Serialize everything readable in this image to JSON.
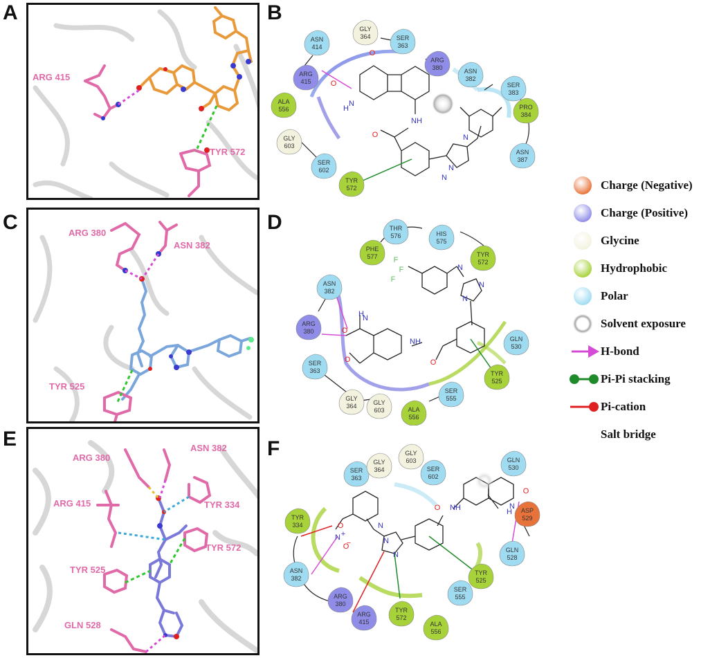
{
  "panels": {
    "A": {
      "letter": "A",
      "residues": [
        "ARG 415",
        "TYR 572"
      ]
    },
    "B": {
      "letter": "B"
    },
    "C": {
      "letter": "C",
      "residues": [
        "ARG 380",
        "ASN 382",
        "TYR 525"
      ]
    },
    "D": {
      "letter": "D"
    },
    "E": {
      "letter": "E",
      "residues": [
        "ARG 380",
        "ASN 382",
        "ARG 415",
        "TYR 334",
        "TYR 572",
        "TYR 525",
        "GLN 528"
      ]
    },
    "F": {
      "letter": "F"
    }
  },
  "diagram_b": {
    "residues": [
      {
        "name": "ASN",
        "num": "414",
        "type": "polar"
      },
      {
        "name": "GLY",
        "num": "364",
        "type": "glycine"
      },
      {
        "name": "SER",
        "num": "363",
        "type": "polar"
      },
      {
        "name": "ARG",
        "num": "415",
        "type": "positive"
      },
      {
        "name": "ARG",
        "num": "380",
        "type": "positive"
      },
      {
        "name": "ASN",
        "num": "382",
        "type": "polar"
      },
      {
        "name": "SER",
        "num": "383",
        "type": "polar"
      },
      {
        "name": "PRO",
        "num": "384",
        "type": "hydrophobic"
      },
      {
        "name": "ALA",
        "num": "556",
        "type": "hydrophobic"
      },
      {
        "name": "GLY",
        "num": "603",
        "type": "glycine"
      },
      {
        "name": "SER",
        "num": "602",
        "type": "polar"
      },
      {
        "name": "TYR",
        "num": "572",
        "type": "hydrophobic"
      },
      {
        "name": "ASN",
        "num": "387",
        "type": "polar"
      }
    ],
    "atoms": [
      "O",
      "O",
      "N",
      "H",
      "NH",
      "O",
      "N",
      "N",
      "N"
    ]
  },
  "diagram_d": {
    "residues": [
      {
        "name": "THR",
        "num": "576",
        "type": "polar"
      },
      {
        "name": "HIS",
        "num": "575",
        "type": "polar"
      },
      {
        "name": "PHE",
        "num": "577",
        "type": "hydrophobic"
      },
      {
        "name": "TYR",
        "num": "572",
        "type": "hydrophobic"
      },
      {
        "name": "ASN",
        "num": "382",
        "type": "polar"
      },
      {
        "name": "ARG",
        "num": "380",
        "type": "positive"
      },
      {
        "name": "GLN",
        "num": "530",
        "type": "polar"
      },
      {
        "name": "SER",
        "num": "363",
        "type": "polar"
      },
      {
        "name": "TYR",
        "num": "525",
        "type": "hydrophobic"
      },
      {
        "name": "GLY",
        "num": "364",
        "type": "glycine"
      },
      {
        "name": "GLY",
        "num": "603",
        "type": "glycine"
      },
      {
        "name": "ALA",
        "num": "556",
        "type": "hydrophobic"
      },
      {
        "name": "SER",
        "num": "555",
        "type": "polar"
      }
    ],
    "atoms": [
      "F",
      "F",
      "F",
      "N",
      "N",
      "N",
      "H",
      "N",
      "O",
      "O",
      "NH",
      "O"
    ]
  },
  "diagram_f": {
    "residues": [
      {
        "name": "GLY",
        "num": "603",
        "type": "glycine"
      },
      {
        "name": "GLN",
        "num": "530",
        "type": "polar"
      },
      {
        "name": "SER",
        "num": "363",
        "type": "polar"
      },
      {
        "name": "GLY",
        "num": "364",
        "type": "glycine"
      },
      {
        "name": "SER",
        "num": "602",
        "type": "polar"
      },
      {
        "name": "ASP",
        "num": "529",
        "type": "negative"
      },
      {
        "name": "TYR",
        "num": "334",
        "type": "hydrophobic"
      },
      {
        "name": "GLN",
        "num": "528",
        "type": "polar"
      },
      {
        "name": "ASN",
        "num": "382",
        "type": "polar"
      },
      {
        "name": "TYR",
        "num": "525",
        "type": "hydrophobic"
      },
      {
        "name": "SER",
        "num": "555",
        "type": "polar"
      },
      {
        "name": "ARG",
        "num": "380",
        "type": "positive"
      },
      {
        "name": "ARG",
        "num": "415",
        "type": "positive"
      },
      {
        "name": "TYR",
        "num": "572",
        "type": "hydrophobic"
      },
      {
        "name": "ALA",
        "num": "556",
        "type": "hydrophobic"
      }
    ],
    "atoms": [
      "O",
      "N",
      "H",
      "NH",
      "O",
      "N",
      "N",
      "N",
      "O",
      "N",
      "O",
      "+",
      "−"
    ]
  },
  "legend": {
    "items": [
      {
        "label": "Charge (Negative)",
        "kind": "circle",
        "color": "#e8733a"
      },
      {
        "label": "Charge (Positive)",
        "kind": "circle",
        "color": "#8f8de8"
      },
      {
        "label": "Glycine",
        "kind": "circle",
        "color": "#f3f2df"
      },
      {
        "label": "Hydrophobic",
        "kind": "circle",
        "color": "#a7d23a"
      },
      {
        "label": "Polar",
        "kind": "circle",
        "color": "#9fdcf2"
      },
      {
        "label": "Solvent exposure",
        "kind": "halo",
        "color": "#9a9a9a"
      },
      {
        "label": "H-bond",
        "kind": "arrow",
        "color": "#d64bd6"
      },
      {
        "label": "Pi-Pi stacking",
        "kind": "dumbbell",
        "color": "#1e8a2a"
      },
      {
        "label": "Pi-cation",
        "kind": "lollipop",
        "color": "#e02020"
      },
      {
        "label": "Salt bridge",
        "kind": "gradient-line",
        "color": "#d01c1c"
      }
    ]
  },
  "colors": {
    "positive": "#8f8de8",
    "negative": "#e8733a",
    "glycine": "#f3f2df",
    "hydrophobic": "#a7d23a",
    "polar": "#9fdcf2",
    "ligand_a": "#e89a3a",
    "ligand_c": "#7aa6dc",
    "ligand_e": "#7a78d8",
    "residue_pink": "#e06aa8",
    "hbond": "#d64bd6",
    "pipi": "#1e8a2a",
    "picat": "#e02020"
  }
}
